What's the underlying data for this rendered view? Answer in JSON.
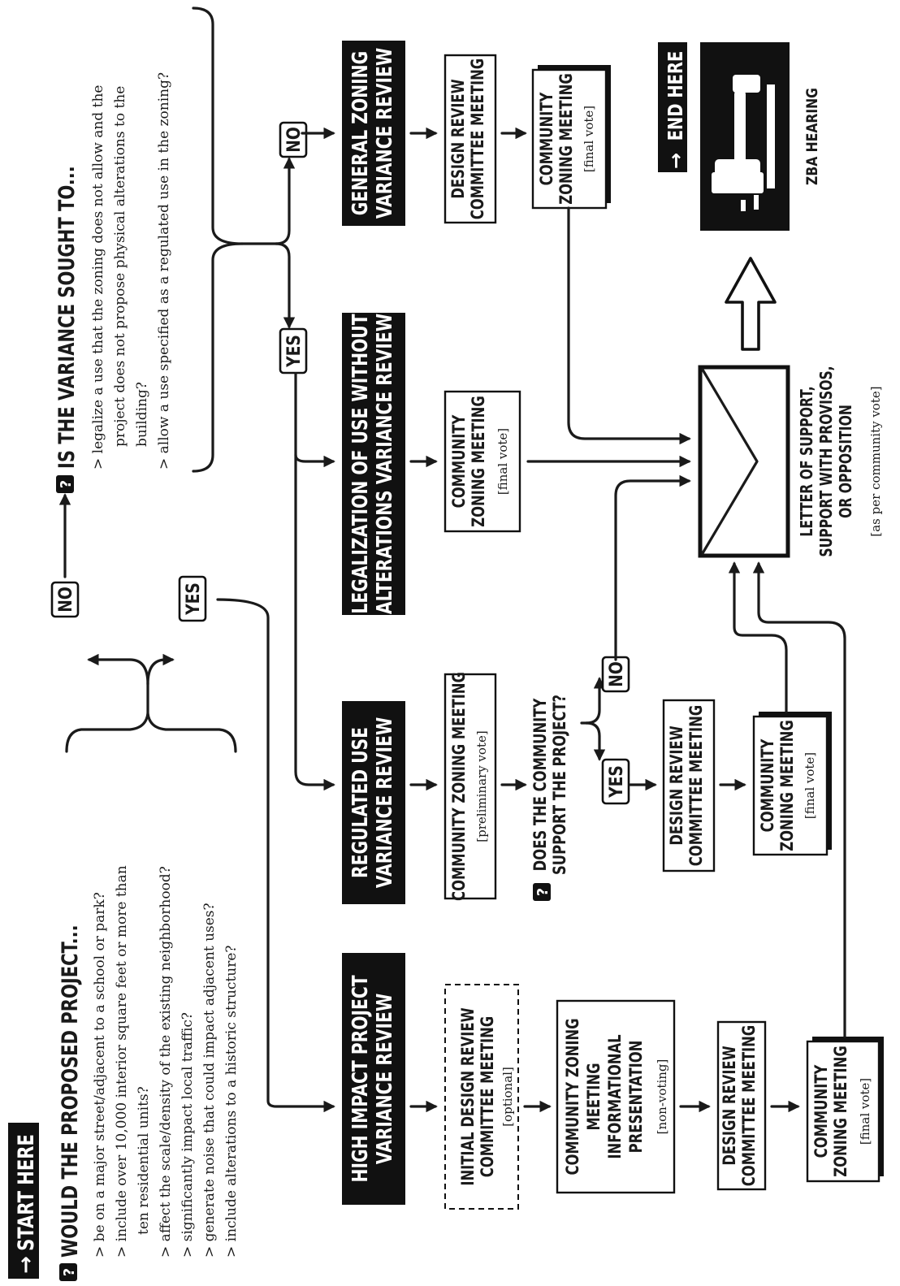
{
  "start_label": "START HERE",
  "end_label": "END HERE",
  "zba_label": "ZBA HEARING",
  "q1": {
    "title": "WOULD THE PROPOSED PROJECT...",
    "items": [
      "> be on a major street/adjacent to a school or park?",
      "> include over 10,000 interior square feet or more than",
      "ten residential units?",
      "> affect the scale/density of the existing neighborhood?",
      "> significantly impact local traffic?",
      "> generate noise that could impact adjacent uses?",
      "> include alterations to a historic structure?"
    ]
  },
  "q2": {
    "title": "IS THE VARIANCE SOUGHT TO...",
    "items": [
      "> legalize a use that the zoning does not allow and the",
      "project does not propose physical alterations to the",
      "building?",
      "> allow a use specified as a regulated use in the zoning?"
    ]
  },
  "answers": {
    "no": "NO",
    "yes": "YES"
  },
  "reviews": {
    "high_impact": [
      "HIGH IMPACT PROJECT",
      "VARIANCE REVIEW"
    ],
    "regulated": [
      "REGULATED USE",
      "VARIANCE REVIEW"
    ],
    "legalization": [
      "LEGALIZATION OF USE WITHOUT",
      "ALTERATIONS VARIANCE REVIEW"
    ],
    "general": [
      "GENERAL ZONING",
      "VARIANCE REVIEW"
    ]
  },
  "meetings": {
    "initial_design": [
      "INITIAL DESIGN REVIEW",
      "COMMITTEE MEETING"
    ],
    "optional": "[optional]",
    "informational": [
      "COMMUNITY ZONING",
      "MEETING",
      "INFORMATIONAL",
      "PRESENTATION"
    ],
    "non_voting": "[non-voting]",
    "design_review": [
      "DESIGN REVIEW",
      "COMMITTEE MEETING"
    ],
    "community_zoning": [
      "COMMUNITY",
      "ZONING MEETING"
    ],
    "community_zoning_one": "COMMUNITY ZONING MEETING",
    "preliminary": "[preliminary vote]",
    "final_vote": "[final vote]"
  },
  "q3": [
    "DOES THE COMMUNITY",
    "SUPPORT THE PROJECT?"
  ],
  "letter": {
    "lines": [
      "LETTER OF SUPPORT,",
      "SUPPORT WITH PROVISOS,",
      "OR OPPOSITION"
    ],
    "note": "[as per community vote]"
  }
}
